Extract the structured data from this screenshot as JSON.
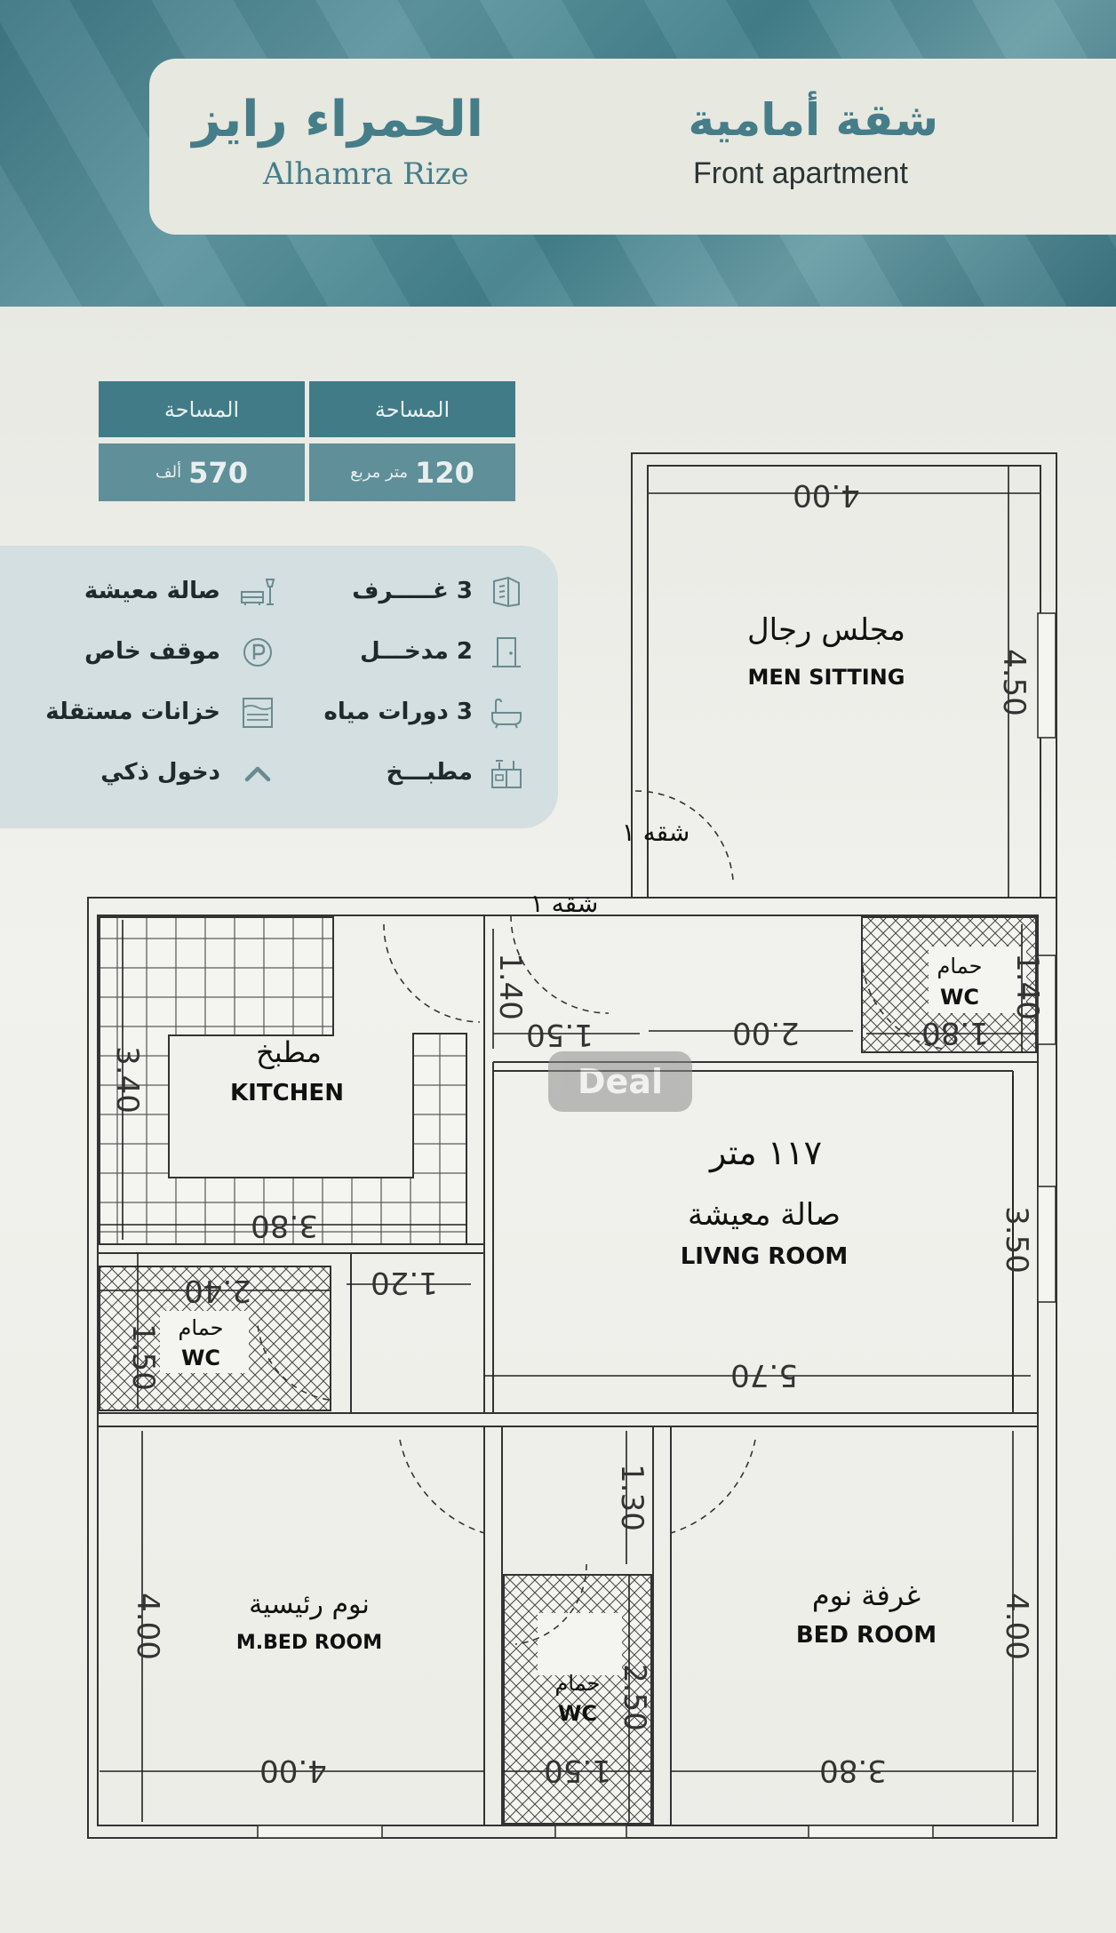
{
  "header": {
    "title_ar": "شقة أمامية",
    "title_en": "Front apartment",
    "project_ar": "الحمراء رايز",
    "project_en": "Alhamra Rize"
  },
  "stats": {
    "area_label": "المساحة",
    "area_value": "120",
    "area_unit": "متر مربع",
    "price_label": "المساحة",
    "price_value": "570",
    "price_unit": "ألف"
  },
  "features": [
    {
      "text": "3 غـــــرف",
      "icon": "building-icon"
    },
    {
      "text": "صالة معيشة",
      "icon": "sofa-lamp-icon"
    },
    {
      "text": "2 مدخـــل",
      "icon": "door-icon"
    },
    {
      "text": "موقف خاص",
      "icon": "parking-icon"
    },
    {
      "text": "3 دورات مياه",
      "icon": "bathtub-icon"
    },
    {
      "text": "خزانات مستقلة",
      "icon": "tank-icon"
    },
    {
      "text": "مطبـــخ",
      "icon": "kitchen-icon"
    },
    {
      "text": "دخول ذكي",
      "icon": "chevron-up-icon"
    }
  ],
  "plan": {
    "men_ar": "مجلس رجال",
    "men_en": "MEN SITTING",
    "apt_label": "شقه ١",
    "wc_ar": "حمام",
    "wc_en": "WC",
    "kitchen_ar": "مطبخ",
    "kitchen_en": "KITCHEN",
    "living_area": "١١٧ متر",
    "living_ar": "صالة معيشة",
    "living_en": "LIVNG ROOM",
    "mbed_ar": "نوم رئيسية",
    "mbed_en": "M.BED ROOM",
    "bed_ar": "غرفة نوم",
    "bed_en": "BED ROOM",
    "watermark": "Deal",
    "dims": {
      "men_w": "4.00",
      "men_h": "4.50",
      "wc1_h": "1.40",
      "wc1_w": "1.80",
      "corr_w": "2.00",
      "entry_h": "1.40",
      "entry_w": "1.50",
      "kit_h": "3.40",
      "kit_w": "3.80",
      "liv_h": "3.50",
      "liv_w": "5.70",
      "wc2_w": "2.40",
      "wc2_h": "1.50",
      "hall_w": "1.20",
      "bed_corr": "1.30",
      "wc3_h": "2.50",
      "wc3_w": "1.50",
      "mbed_h": "4.00",
      "mbed_w": "4.00",
      "bed_h": "4.00",
      "bed_w": "3.80"
    }
  }
}
